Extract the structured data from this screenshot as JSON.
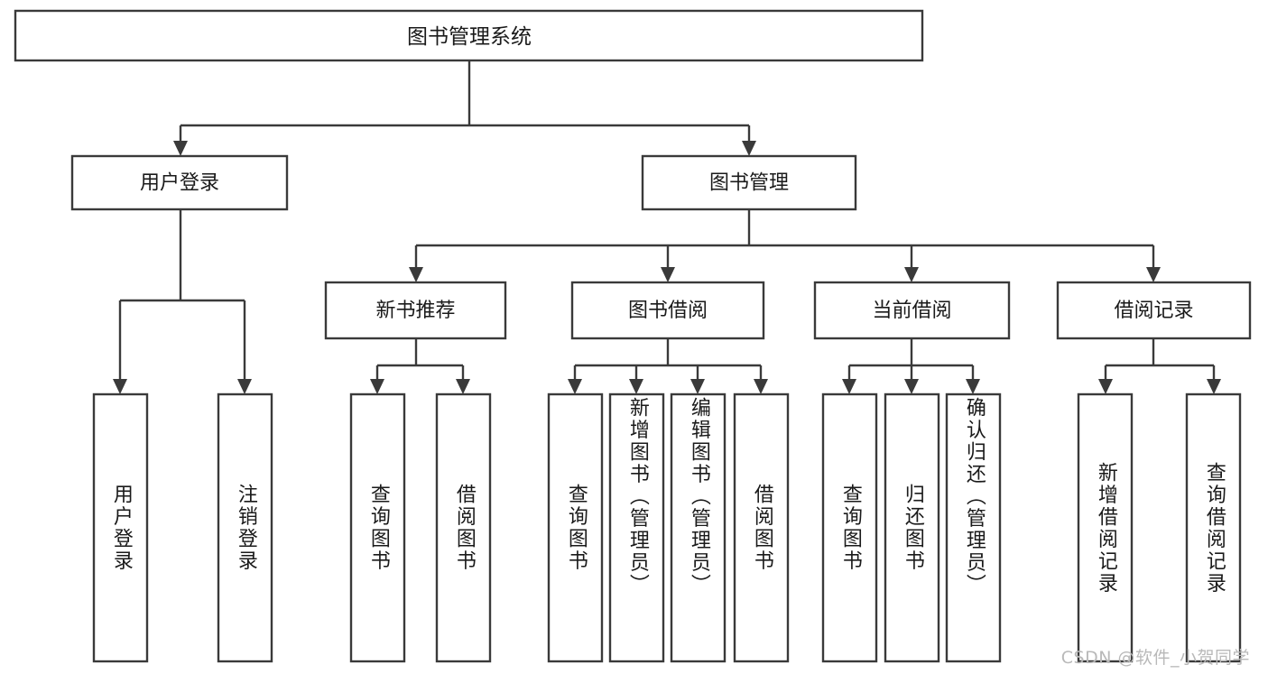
{
  "diagram": {
    "type": "tree-hierarchy-diagram",
    "title": "图书管理系统",
    "watermark": "CSDN @软件_小贺同学",
    "colors": {
      "stroke": "#3a3a3a",
      "box_fill": "#ffffff",
      "text": "#1a1a1a",
      "background": "#ffffff",
      "watermark": "#b9b9b9"
    },
    "levels": [
      {
        "level": 1,
        "nodes": [
          {
            "id": "root",
            "label": "图书管理系统",
            "orientation": "horizontal"
          }
        ]
      },
      {
        "level": 2,
        "nodes": [
          {
            "id": "user-login",
            "label": "用户登录",
            "orientation": "horizontal",
            "parent": "root"
          },
          {
            "id": "book-manage",
            "label": "图书管理",
            "orientation": "horizontal",
            "parent": "root"
          }
        ]
      },
      {
        "level": 3,
        "nodes": [
          {
            "id": "new-book-recommend",
            "label": "新书推荐",
            "orientation": "horizontal",
            "parent": "book-manage"
          },
          {
            "id": "book-borrow",
            "label": "图书借阅",
            "orientation": "horizontal",
            "parent": "book-manage"
          },
          {
            "id": "current-borrow",
            "label": "当前借阅",
            "orientation": "horizontal",
            "parent": "book-manage"
          },
          {
            "id": "borrow-record",
            "label": "借阅记录",
            "orientation": "horizontal",
            "parent": "book-manage"
          }
        ]
      },
      {
        "level": 4,
        "nodes": [
          {
            "id": "leaf-user-login",
            "label": "用户登录",
            "orientation": "vertical",
            "parent": "user-login"
          },
          {
            "id": "leaf-logout",
            "label": "注销登录",
            "orientation": "vertical",
            "parent": "user-login"
          },
          {
            "id": "leaf-query-book-1",
            "label": "查询图书",
            "orientation": "vertical",
            "parent": "new-book-recommend"
          },
          {
            "id": "leaf-borrow-book-1",
            "label": "借阅图书",
            "orientation": "vertical",
            "parent": "new-book-recommend"
          },
          {
            "id": "leaf-query-book-2",
            "label": "查询图书",
            "orientation": "vertical",
            "parent": "book-borrow"
          },
          {
            "id": "leaf-add-book",
            "label": "新增图书（管理员）",
            "orientation": "vertical",
            "parent": "book-borrow"
          },
          {
            "id": "leaf-edit-book",
            "label": "编辑图书（管理员）",
            "orientation": "vertical",
            "parent": "book-borrow"
          },
          {
            "id": "leaf-borrow-book-2",
            "label": "借阅图书",
            "orientation": "vertical",
            "parent": "book-borrow"
          },
          {
            "id": "leaf-query-book-3",
            "label": "查询图书",
            "orientation": "vertical",
            "parent": "current-borrow"
          },
          {
            "id": "leaf-return-book",
            "label": "归还图书",
            "orientation": "vertical",
            "parent": "current-borrow"
          },
          {
            "id": "leaf-confirm-return",
            "label": "确认归还（管理员）",
            "orientation": "vertical",
            "parent": "current-borrow"
          },
          {
            "id": "leaf-add-record",
            "label": "新增借阅记录",
            "orientation": "vertical",
            "parent": "borrow-record"
          },
          {
            "id": "leaf-query-record",
            "label": "查询借阅记录",
            "orientation": "vertical",
            "parent": "borrow-record"
          }
        ]
      }
    ]
  }
}
